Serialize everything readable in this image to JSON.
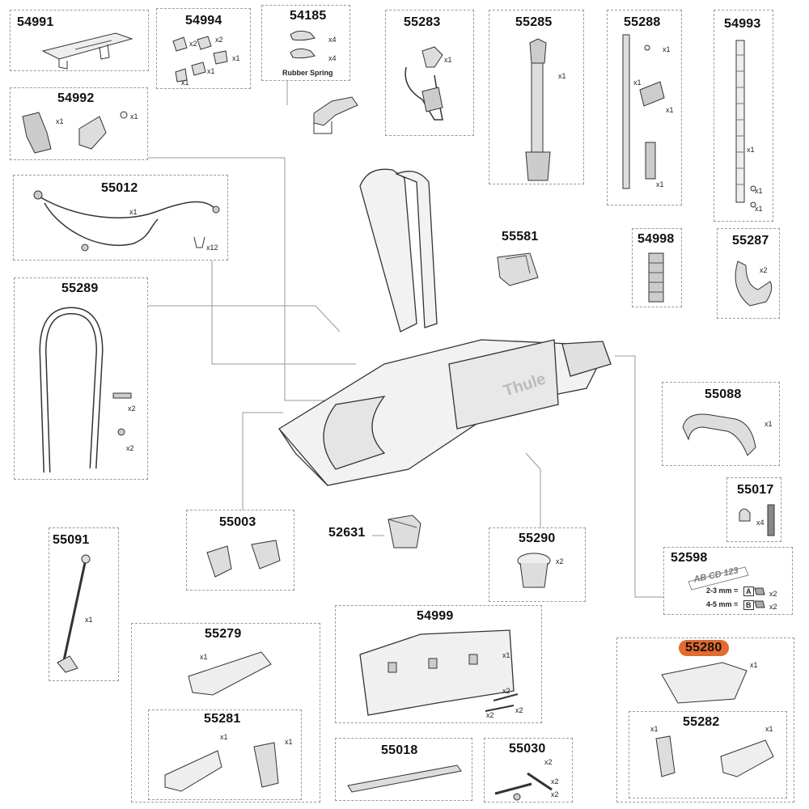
{
  "diagram": {
    "parts": [
      {
        "id": "54991",
        "qtys": []
      },
      {
        "id": "54994",
        "qtys": [
          "x2",
          "x2",
          "x1",
          "x1",
          "x1"
        ]
      },
      {
        "id": "54185",
        "qtys": [
          "x4",
          "x4"
        ],
        "caption": "Rubber Spring"
      },
      {
        "id": "55283",
        "qtys": [
          "x1"
        ]
      },
      {
        "id": "55285",
        "qtys": [
          "x1"
        ]
      },
      {
        "id": "55288",
        "qtys": [
          "x1",
          "x1",
          "x1",
          "x1"
        ]
      },
      {
        "id": "54993",
        "qtys": [
          "x1",
          "x1",
          "x1"
        ]
      },
      {
        "id": "54992",
        "qtys": [
          "x1",
          "x1"
        ]
      },
      {
        "id": "55012",
        "qtys": [
          "x1",
          "x12"
        ]
      },
      {
        "id": "55581",
        "qtys": []
      },
      {
        "id": "54998",
        "qtys": []
      },
      {
        "id": "55287",
        "qtys": [
          "x2"
        ]
      },
      {
        "id": "55289",
        "qtys": [
          "x2",
          "x2"
        ]
      },
      {
        "id": "55088",
        "qtys": [
          "x1"
        ]
      },
      {
        "id": "55017",
        "qtys": [
          "x4"
        ]
      },
      {
        "id": "55003",
        "qtys": []
      },
      {
        "id": "52631",
        "qtys": []
      },
      {
        "id": "55290",
        "qtys": [
          "x2"
        ]
      },
      {
        "id": "52598",
        "qtys": [
          "x2",
          "x2"
        ],
        "plate": "AB CD 123",
        "rows": [
          "2-3 mm =",
          "4-5 mm ="
        ],
        "row_letters": [
          "A",
          "B"
        ]
      },
      {
        "id": "55091",
        "qtys": [
          "x1"
        ]
      },
      {
        "id": "54999",
        "qtys": [
          "x1",
          "x2",
          "x2",
          "x2"
        ]
      },
      {
        "id": "55279",
        "qtys": [
          "x1"
        ]
      },
      {
        "id": "55281",
        "qtys": [
          "x1",
          "x1"
        ]
      },
      {
        "id": "55280",
        "qtys": [
          "x1"
        ],
        "highlight": true
      },
      {
        "id": "55282",
        "qtys": [
          "x1",
          "x1"
        ]
      },
      {
        "id": "55018",
        "qtys": []
      },
      {
        "id": "55030",
        "qtys": [
          "x2",
          "x2",
          "x2"
        ]
      }
    ],
    "center_brand": "Thule",
    "highlight_color": "#e46a2e"
  }
}
